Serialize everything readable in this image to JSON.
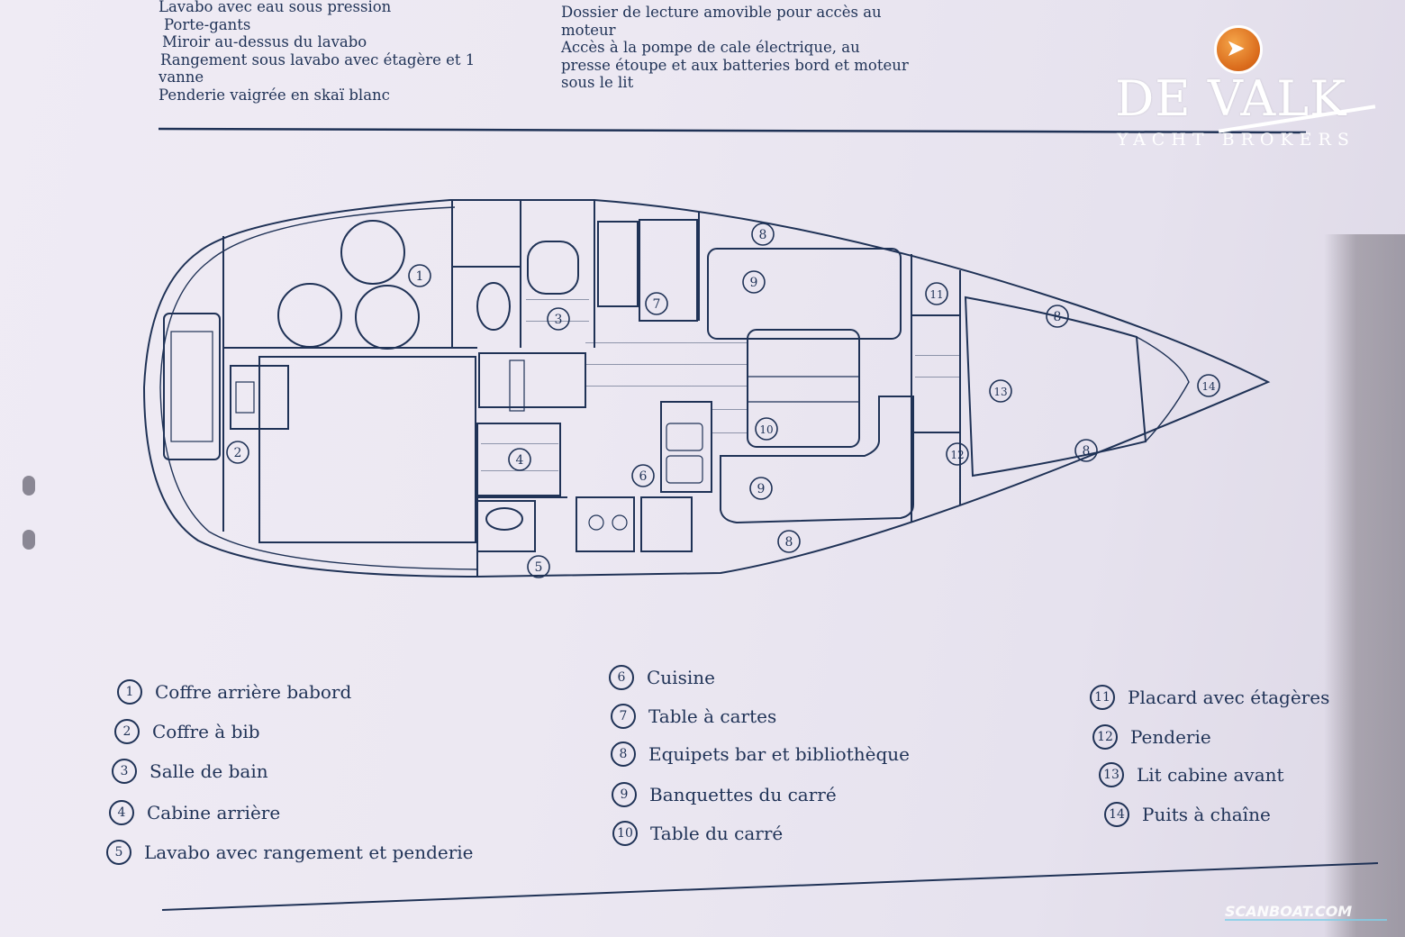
{
  "top_left_lines": [
    "Lavabo avec eau sous pression",
    "Porte-gants",
    "Miroir au-dessus du lavabo",
    "Rangement sous lavabo avec étagère et 1",
    "vanne",
    "Penderie vaigrée en skaï blanc"
  ],
  "top_right_lines": [
    "Dossier de lecture amovible pour accès au",
    "moteur",
    "Accès à la pompe de cale électrique, au",
    "presse étoupe et aux batteries bord et moteur",
    "sous le lit"
  ],
  "plan_numbers": [
    "1",
    "2",
    "3",
    "4",
    "5",
    "6",
    "7",
    "8",
    "9",
    "10",
    "11",
    "12",
    "13",
    "14"
  ],
  "legend": [
    {
      "num": "1",
      "label": "Coffre arrière babord"
    },
    {
      "num": "2",
      "label": "Coffre à bib"
    },
    {
      "num": "3",
      "label": "Salle de bain"
    },
    {
      "num": "4",
      "label": "Cabine arrière"
    },
    {
      "num": "5",
      "label": "Lavabo avec rangement et penderie"
    },
    {
      "num": "6",
      "label": "Cuisine"
    },
    {
      "num": "7",
      "label": "Table à cartes"
    },
    {
      "num": "8",
      "label": "Equipets bar et bibliothèque"
    },
    {
      "num": "9",
      "label": "Banquettes du carré"
    },
    {
      "num": "10",
      "label": "Table du carré"
    },
    {
      "num": "11",
      "label": "Placard avec étagères"
    },
    {
      "num": "12",
      "label": "Penderie"
    },
    {
      "num": "13",
      "label": "Lit cabine avant"
    },
    {
      "num": "14",
      "label": "Puits à chaîne"
    }
  ],
  "logo": {
    "name": "DE VALK",
    "subtitle": "YACHT BROKERS",
    "emblem": "hawk-emblem-icon"
  },
  "watermark": "SCANBOAT.COM",
  "colors": {
    "ink": "#1f3256",
    "paper": "#ebe7f1",
    "logo_orange": "#d9691a"
  }
}
